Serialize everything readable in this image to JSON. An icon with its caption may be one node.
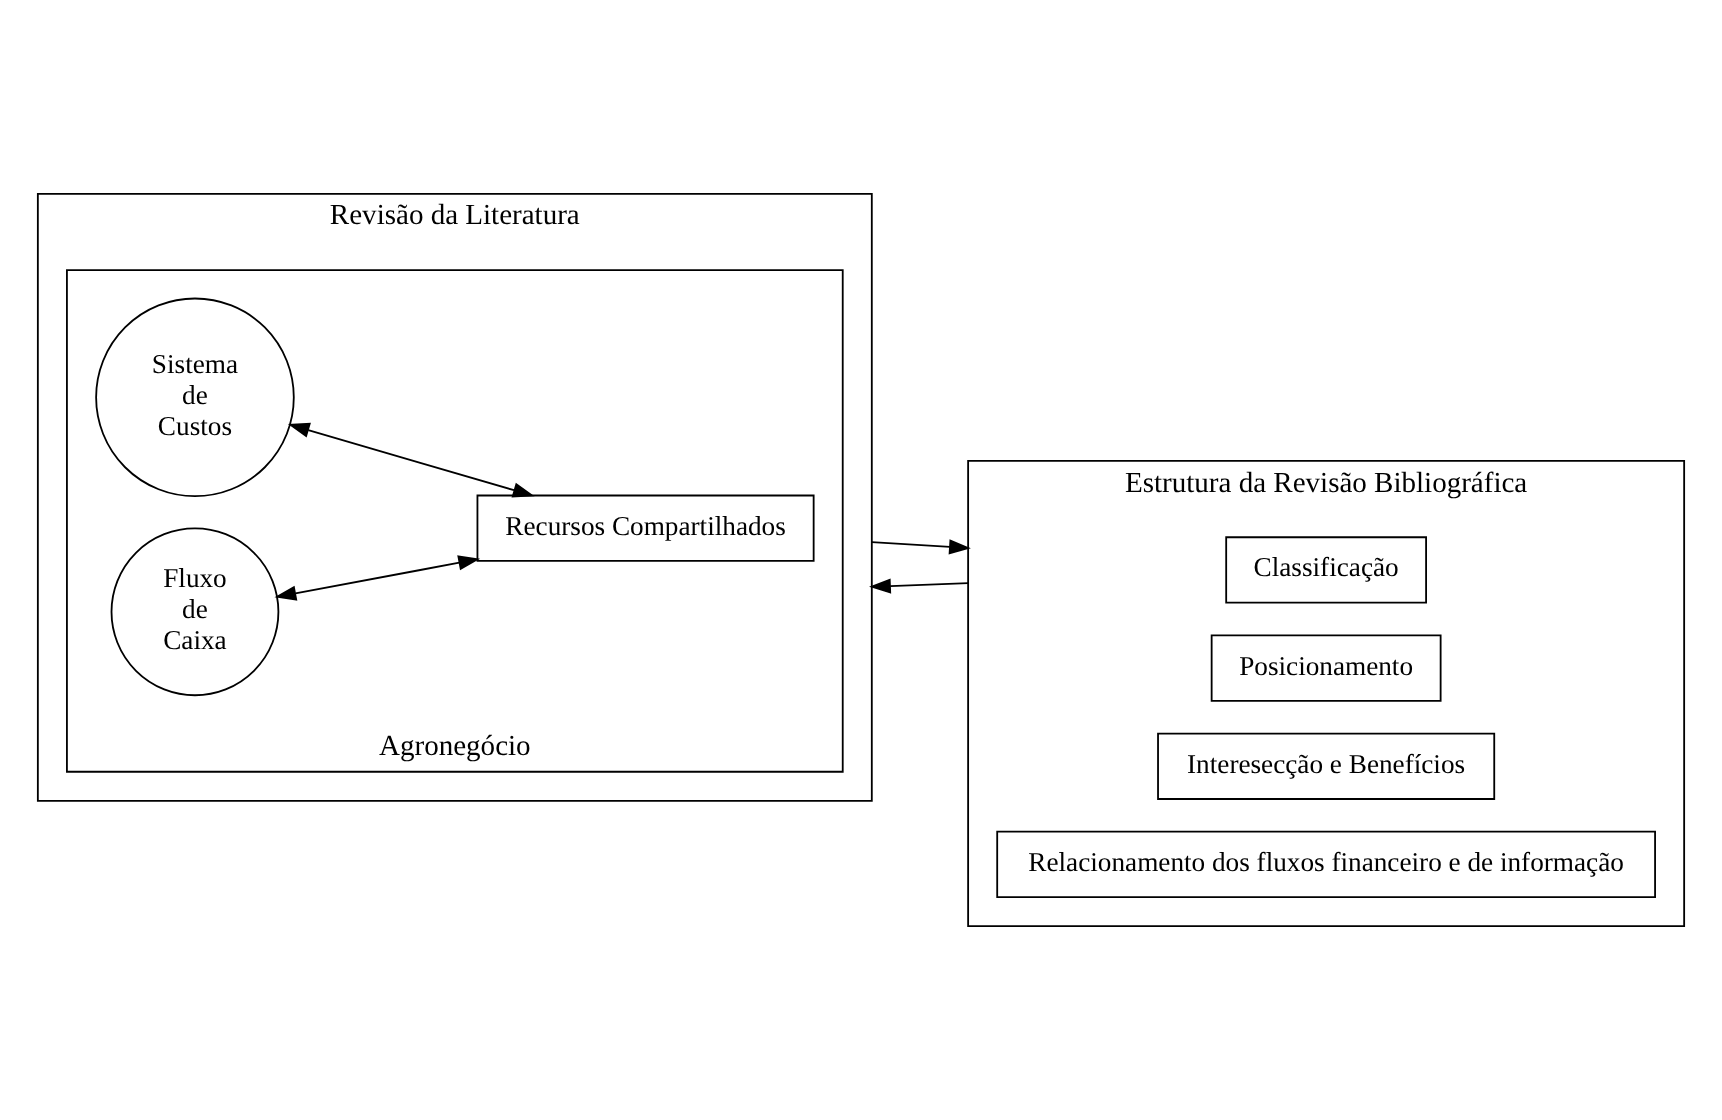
{
  "diagram": {
    "nodes": [
      {
        "text": [
          "Revisão da Literatura"
        ]
      },
      {
        "text": [
          "Agronegócio"
        ],
        "in": 0
      },
      {
        "text": [
          "Fluxo de Caixa"
        ],
        "in": 1
      },
      {
        "text": [
          "Sistema de Custos"
        ],
        "in": 1
      },
      {
        "text": [
          "Recursos Compartilhados"
        ],
        "in": 1
      },
      {
        "text": [
          "Estrutura da Revisão Bibliográfica"
        ]
      },
      {
        "text": [
          "Classificação"
        ],
        "in": 5
      },
      {
        "text": [
          "Posicionamento"
        ],
        "in": 5
      },
      {
        "text": [
          "Interesecção e Benefícios"
        ],
        "in": 5
      },
      {
        "text": [
          "Relacionamento dos fluxos financeiro e de informação"
        ],
        "in": 5
      }
    ],
    "edges": [
      {
        "from": 2,
        "to": 4,
        "arrow": "both"
      },
      {
        "from": 3,
        "to": 4,
        "arrow": "both"
      },
      {
        "from": 5,
        "to": 0,
        "arrow": "to"
      },
      {
        "from": 0,
        "to": 5,
        "arrow": "to"
      }
    ]
  }
}
